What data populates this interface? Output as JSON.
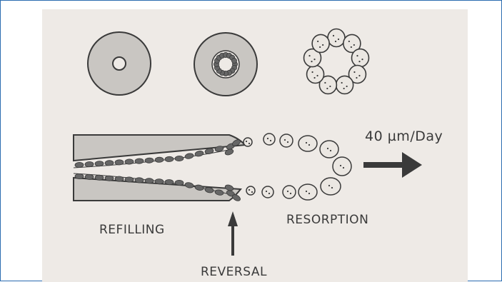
{
  "labels": {
    "refilling": "REFILLING",
    "resorption": "RESORPTION",
    "reversal": "REVERSAL",
    "rate": "40 µm/Day"
  },
  "icons": {
    "forward": "right-arrow-icon",
    "reversal_marker": "up-arrow-icon"
  },
  "colors": {
    "paper": "#eeeae6",
    "ink": "#3a3a3a",
    "lamella": "#c9c6c2",
    "osteoblast": "#666666",
    "osteoclast": "#ebe7e2",
    "frame": "#2b6cb0"
  }
}
